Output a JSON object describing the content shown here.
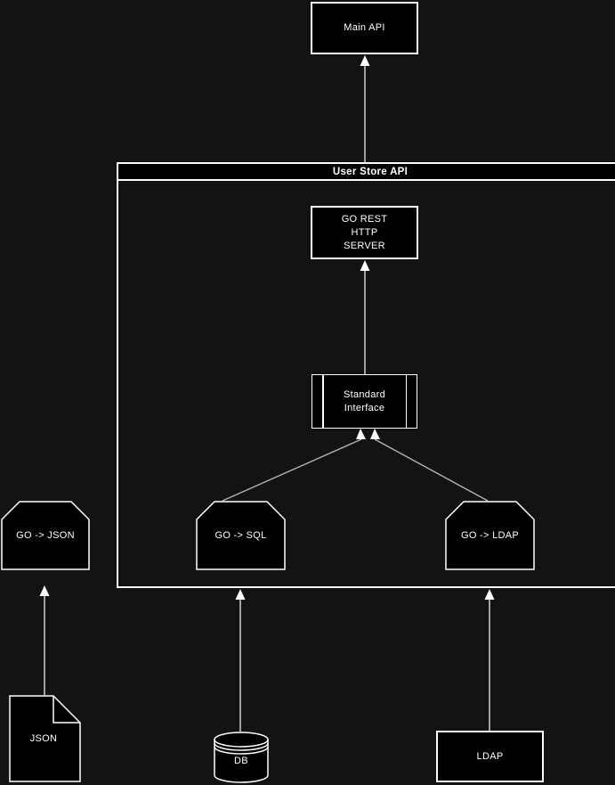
{
  "diagram": {
    "type": "component-architecture",
    "container": {
      "title": "User Store API"
    },
    "nodes": {
      "main_api": {
        "label": "Main API",
        "shape": "rectangle"
      },
      "go_rest_server": {
        "label": "GO REST HTTP SERVER",
        "shape": "rectangle"
      },
      "standard_iface": {
        "label": "Standard Interface",
        "shape": "process-rectangle"
      },
      "go_json": {
        "label": "GO -> JSON",
        "shape": "chamfered-card"
      },
      "go_sql": {
        "label": "GO -> SQL",
        "shape": "chamfered-card"
      },
      "go_ldap": {
        "label": "GO -> LDAP",
        "shape": "chamfered-card"
      },
      "json_file": {
        "label": "JSON",
        "shape": "document-note"
      },
      "db": {
        "label": "DB",
        "shape": "database-cylinder"
      },
      "ldap": {
        "label": "LDAP",
        "shape": "rectangle"
      }
    },
    "edges": [
      {
        "from": "User Store API container",
        "to": "Main API",
        "arrow": "up",
        "color": "white"
      },
      {
        "from": "Standard Interface",
        "to": "GO REST HTTP SERVER",
        "arrow": "up",
        "color": "white"
      },
      {
        "from": "GO -> SQL",
        "to": "Standard Interface",
        "arrow": "up",
        "color": "gray"
      },
      {
        "from": "GO -> LDAP",
        "to": "Standard Interface",
        "arrow": "up",
        "color": "gray"
      },
      {
        "from": "JSON",
        "to": "GO -> JSON",
        "arrow": "up",
        "color": "white"
      },
      {
        "from": "DB",
        "to": "User Store API container",
        "arrow": "up",
        "color": "white"
      },
      {
        "from": "LDAP",
        "to": "User Store API container",
        "arrow": "up",
        "color": "white"
      }
    ],
    "colors": {
      "background": "#131313",
      "node_fill": "#000000",
      "stroke": "#ffffff",
      "text": "#ffffff",
      "gray_connector": "#b3b3b3"
    }
  }
}
